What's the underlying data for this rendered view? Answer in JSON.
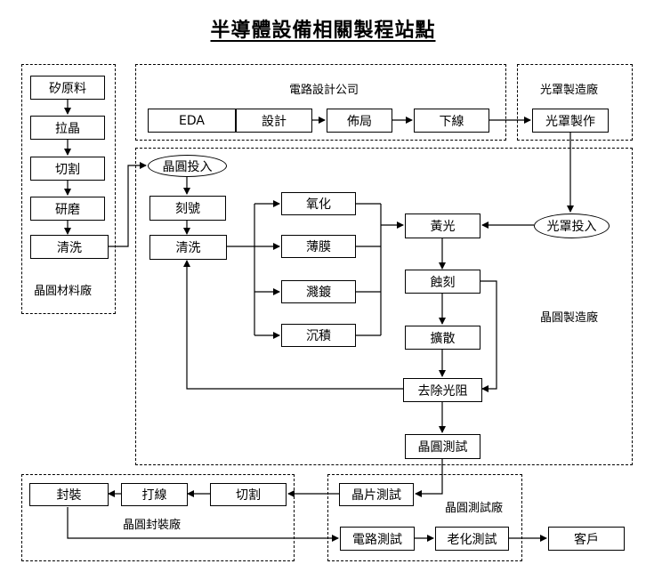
{
  "title": "半導體設備相關製程站點",
  "zones": {
    "wafer_material": "晶圓材料廠",
    "circuit_design": "電路設計公司",
    "photomask": "光罩製造廠",
    "wafer_fab": "晶圓製造廠",
    "wafer_test": "晶圓測試廠",
    "packaging": "晶圓封裝廠"
  },
  "material_steps": [
    "矽原料",
    "拉晶",
    "切割",
    "研磨",
    "清洗"
  ],
  "design_steps": [
    "EDA",
    "設計",
    "佈局",
    "下線"
  ],
  "mask_make": "光罩製作",
  "fab": {
    "wafer_input": "晶圓投入",
    "marking": "刻號",
    "clean": "清洗",
    "oxidation": "氧化",
    "thin_film": "薄膜",
    "sputtering": "濺鍍",
    "deposition": "沉積",
    "mask_input": "光罩投入",
    "lithography": "黃光",
    "etch": "蝕刻",
    "diffusion": "擴散",
    "photoresist_removal": "去除光阻",
    "wafer_probe": "晶圓測試"
  },
  "test": {
    "chip_test": "晶片測試",
    "circuit_test": "電路測試",
    "burn_in": "老化測試"
  },
  "package": {
    "dicing": "切割",
    "wire_bond": "打線",
    "encapsulation": "封裝"
  },
  "customer": "客戶"
}
